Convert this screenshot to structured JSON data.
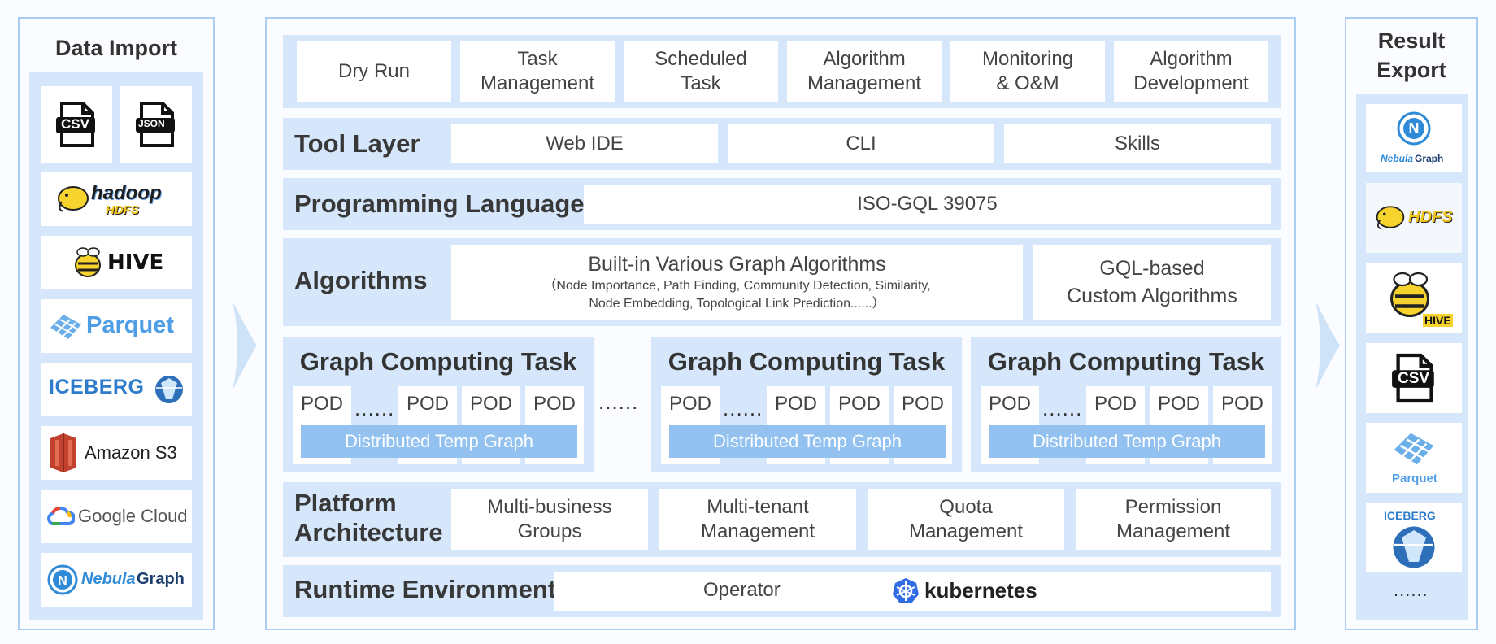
{
  "left": {
    "title": "Data Import",
    "items": {
      "csv": "CSV",
      "json": "JSON",
      "hadoop": "hadoop",
      "hdfs": "HDFS",
      "hive": "HIVE",
      "parquet": "Parquet",
      "iceberg": "ICEBERG",
      "s3": "Amazon S3",
      "google": "Google Cloud",
      "nebula_a": "Nebula",
      "nebula_b": "Graph"
    }
  },
  "top_row": {
    "items": [
      "Dry Run",
      "Task\nManagement",
      "Scheduled\nTask",
      "Algorithm\nManagement",
      "Monitoring\n& O&M",
      "Algorithm\nDevelopment"
    ]
  },
  "tool_layer": {
    "label": "Tool Layer",
    "items": [
      "Web IDE",
      "CLI",
      "Skills"
    ]
  },
  "programming_language": {
    "label": "Programming Language",
    "value": "ISO-GQL 39075"
  },
  "algorithms": {
    "label": "Algorithms",
    "builtin_title": "Built-in Various Graph Algorithms",
    "builtin_detail_1": "（Node Importance, Path Finding, Community Detection, Similarity,",
    "builtin_detail_2": "Node Embedding, Topological Link Prediction......）",
    "custom_1": "GQL-based",
    "custom_2": "Custom Algorithms"
  },
  "graph_computing": {
    "title": "Graph Computing Task",
    "pod": "POD",
    "dots": "......",
    "distributed": "Distributed  Temp Graph",
    "between_dots": "......"
  },
  "platform": {
    "label_1": "Platform",
    "label_2": "Architecture",
    "items": [
      "Multi-business\nGroups",
      "Multi-tenant\nManagement",
      "Quota\nManagement",
      "Permission\nManagement"
    ]
  },
  "runtime": {
    "label": "Runtime Environment",
    "operator": "Operator",
    "kubernetes": "kubernetes"
  },
  "right": {
    "title_1": "Result",
    "title_2": "Export",
    "nebula_a": "Nebula",
    "nebula_b": "Graph",
    "hdfs": "HDFS",
    "hive": "HIVE",
    "csv": "CSV",
    "parquet": "Parquet",
    "iceberg": "ICEBERG",
    "dots": "......"
  },
  "colors": {
    "panel_border": "#a9cdf3",
    "row_fill": "#d6e7fb",
    "dist_fill": "#93c2f0",
    "nebula_blue": "#2f8bd8",
    "parquet_blue": "#4f9ee5",
    "aws_red": "#c2412e"
  }
}
